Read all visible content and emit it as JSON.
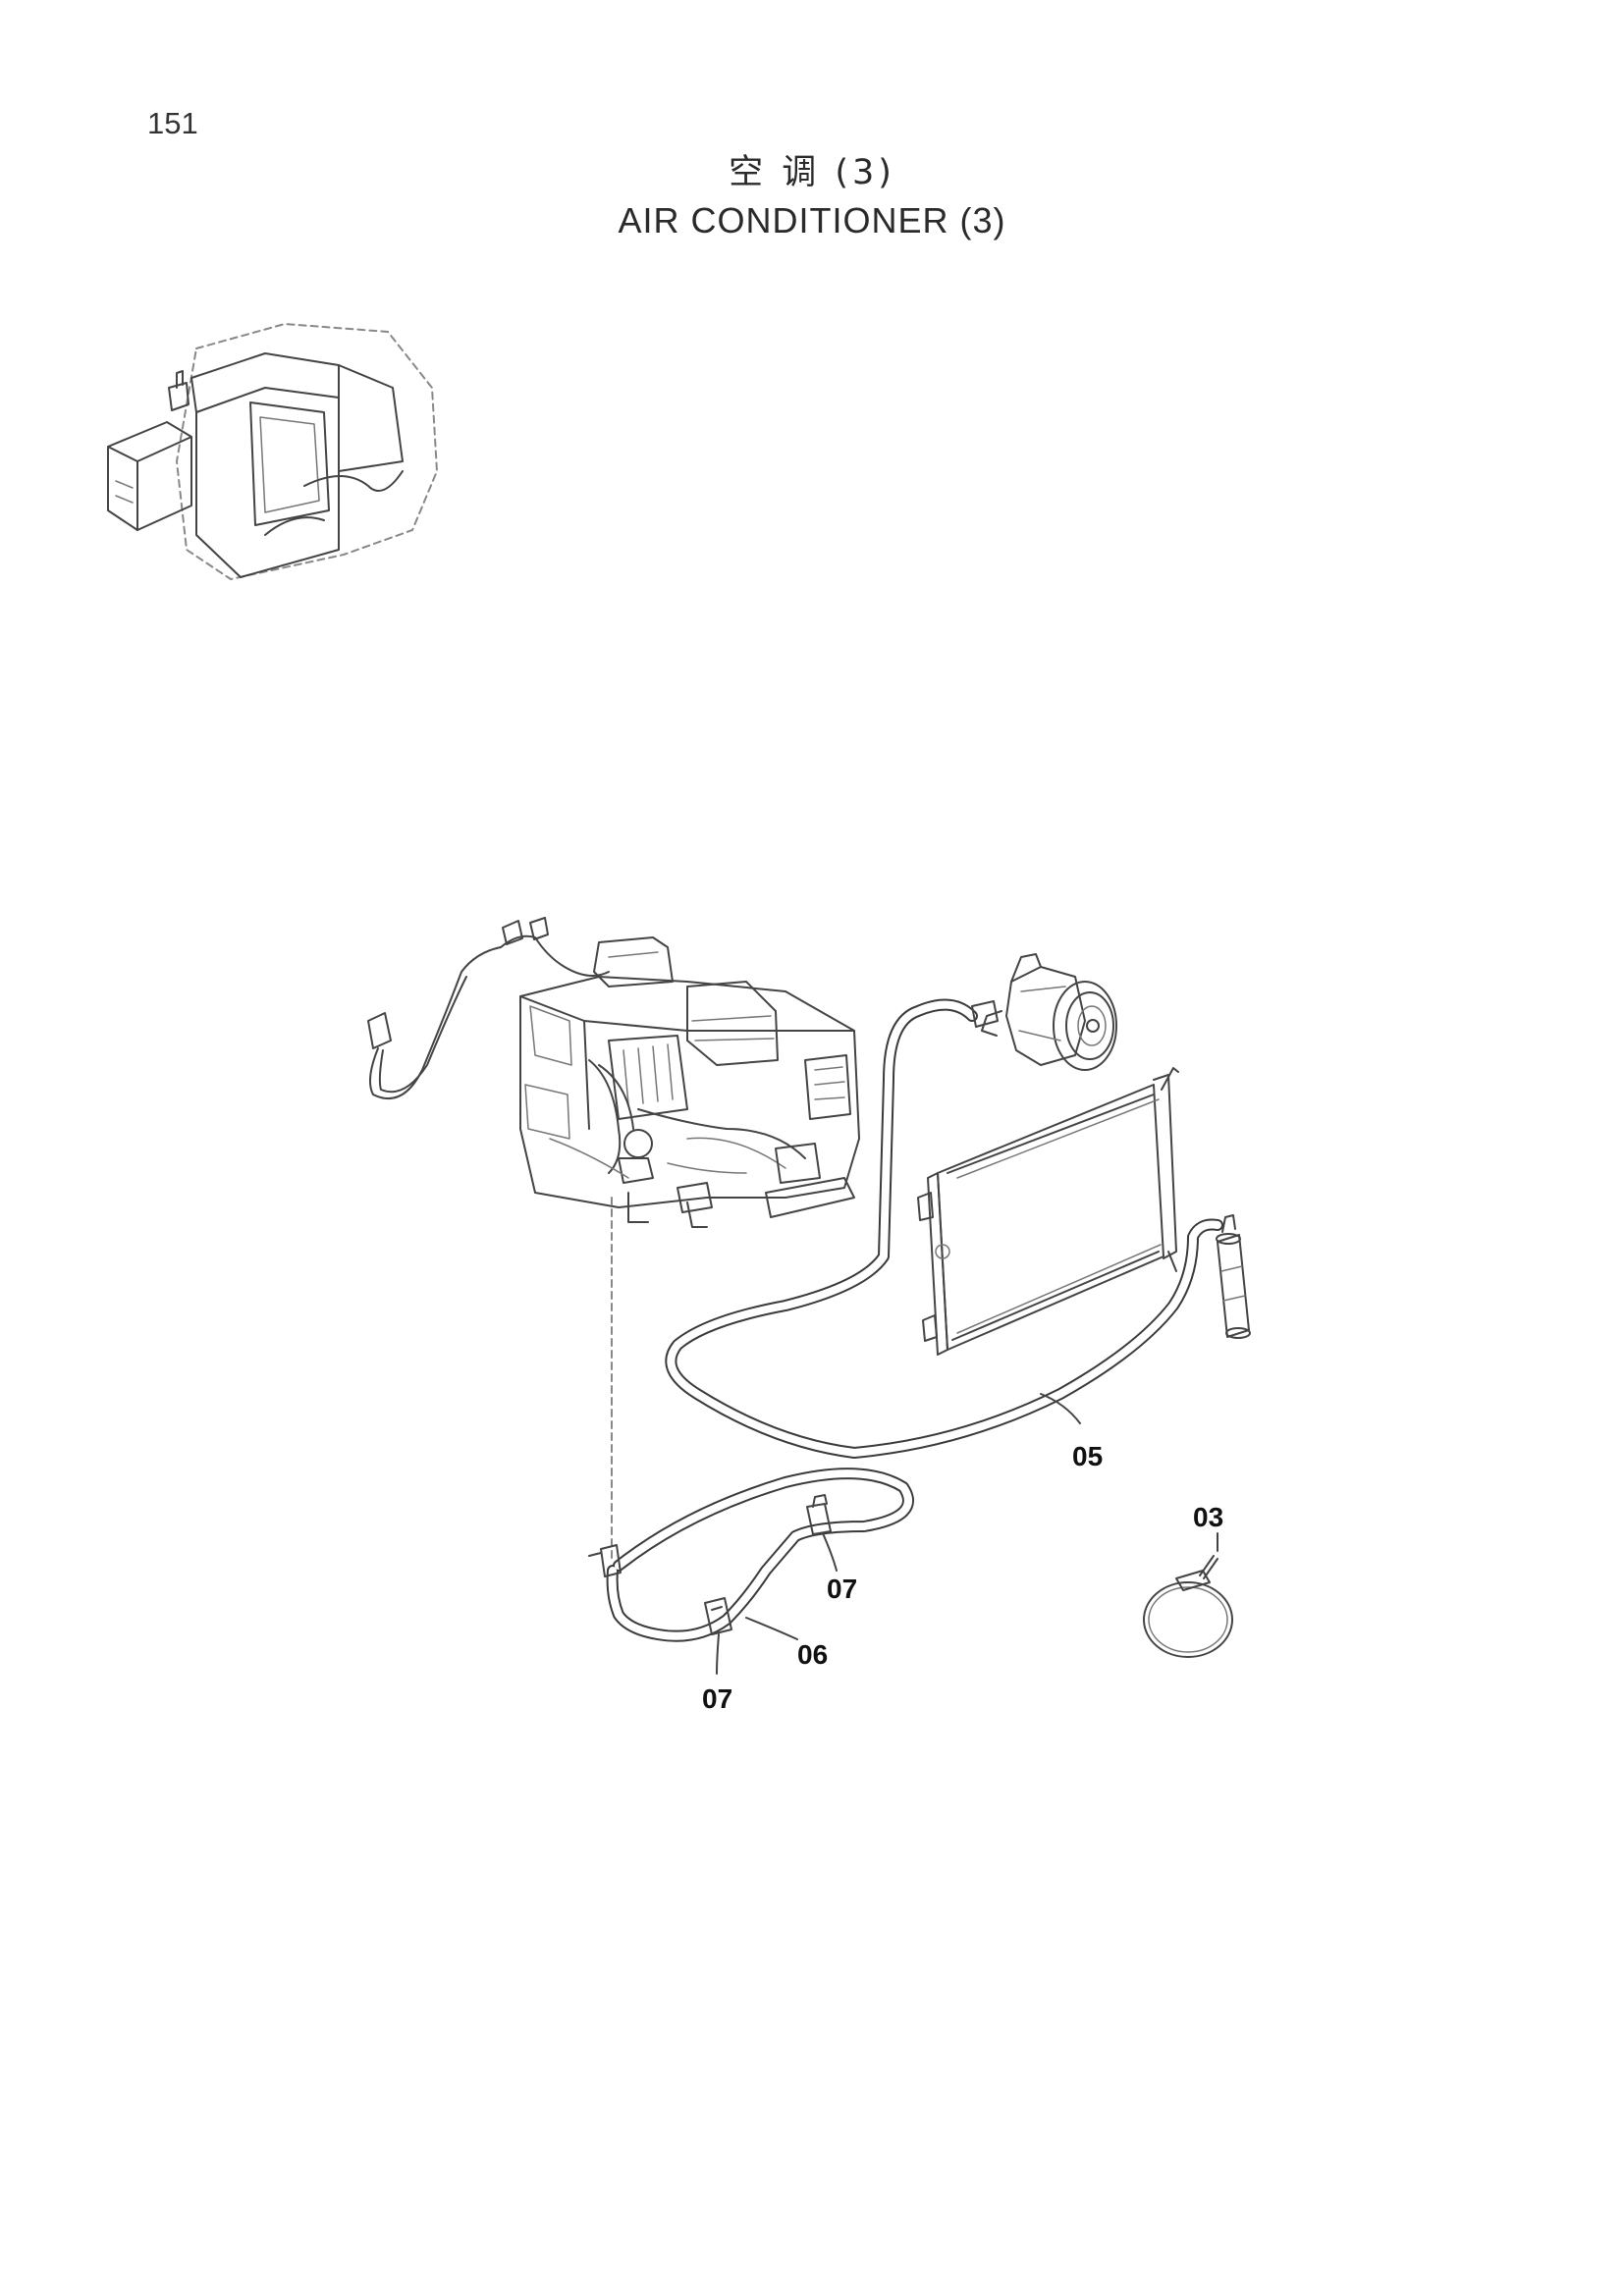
{
  "page": {
    "number": "151"
  },
  "title": {
    "cn": "空 调 (3)",
    "en": "AIR  CONDITIONER (3)"
  },
  "callouts": [
    "05",
    "03",
    "07",
    "06",
    "07"
  ]
}
